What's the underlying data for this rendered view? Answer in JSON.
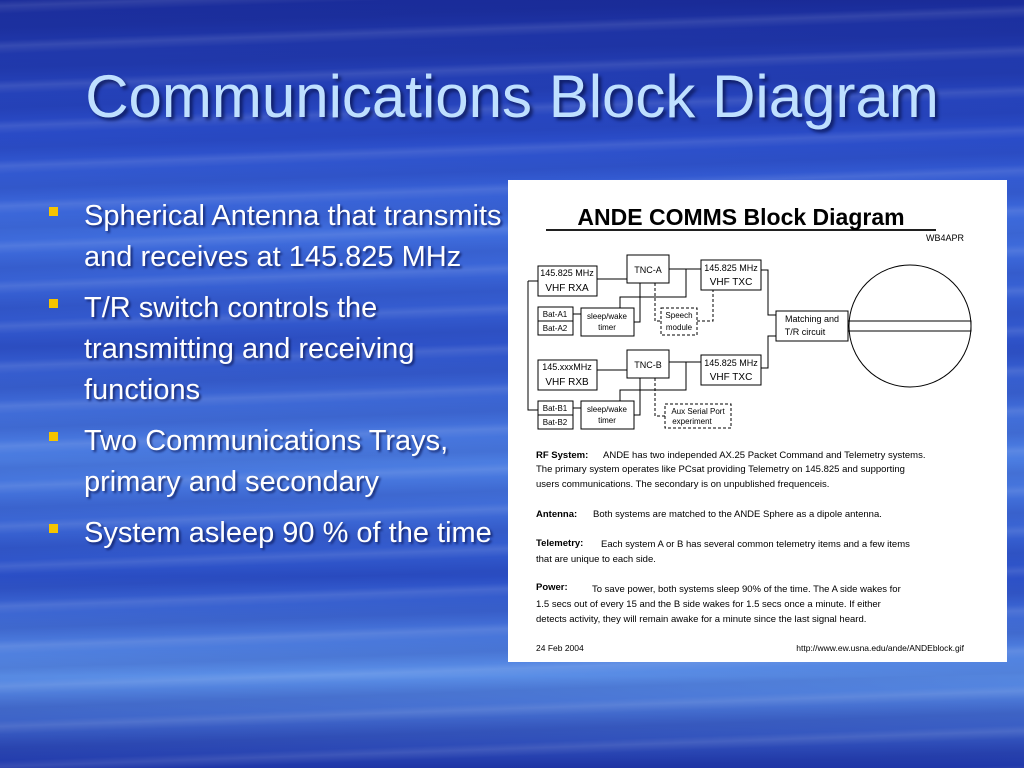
{
  "slide": {
    "title": "Communications Block Diagram",
    "bullets": [
      "Spherical Antenna that transmits and receives at 145.825 MHz",
      "T/R switch controls the transmitting and receiving functions",
      "Two Communications Trays, primary and secondary",
      "System asleep 90 % of the time"
    ],
    "colors": {
      "title": "#bfe0ff",
      "bullet_marker": "#f5c400",
      "bullet_text": "#ffffff"
    }
  },
  "figure": {
    "heading": "ANDE COMMS Block Diagram",
    "author": "WB4APR",
    "blocks": {
      "rx_a_line1": "145.825 MHz",
      "rx_a_line2": "VHF RXA",
      "tnc_a": "TNC-A",
      "tx_a_line1": "145.825 MHz",
      "tx_a_line2": "VHF TXC",
      "bat_a1": "Bat-A1",
      "bat_a2": "Bat-A2",
      "sleep_a_line1": "sleep/wake",
      "sleep_a_line2": "timer",
      "speech_line1": "Speech",
      "speech_line2": "module",
      "matching_line1": "Matching and",
      "matching_line2": "T/R circuit",
      "rx_b_line1": "145.xxxMHz",
      "rx_b_line2": "VHF RXB",
      "tnc_b": "TNC-B",
      "tx_b_line1": "145.825 MHz",
      "tx_b_line2": "VHF TXC",
      "bat_b1": "Bat-B1",
      "bat_b2": "Bat-B2",
      "sleep_b_line1": "sleep/wake",
      "sleep_b_line2": "timer",
      "aux_line1": "Aux Serial Port",
      "aux_line2": "experiment"
    },
    "notes": {
      "rf_label": "RF System:",
      "rf_line1": "ANDE has two independed AX.25 Packet Command and Telemetry systems.",
      "rf_line2": "The primary system operates like PCsat providing Telemetry on 145.825 and supporting",
      "rf_line3": "users communications.  The secondary is on unpublished frequenceis.",
      "antenna_label": "Antenna:",
      "antenna_line1": "Both systems are matched to the ANDE Sphere as a dipole antenna.",
      "telemetry_label": "Telemetry:",
      "telemetry_line1": "Each system A or B has several common telemetry items and a few items",
      "telemetry_line2": "that are unique to each side.",
      "power_label": "Power:",
      "power_line1": "To save power, both systems sleep 90% of the time.  The A side wakes for",
      "power_line2": "1.5 secs out of every 15 and the B side wakes for 1.5 secs once a minute.  If either",
      "power_line3": "detects activity, they will remain awake for a minute since the last signal heard."
    },
    "footer": {
      "date": "24 Feb 2004",
      "url": "http://www.ew.usna.edu/ande/ANDEblock.gif"
    }
  }
}
